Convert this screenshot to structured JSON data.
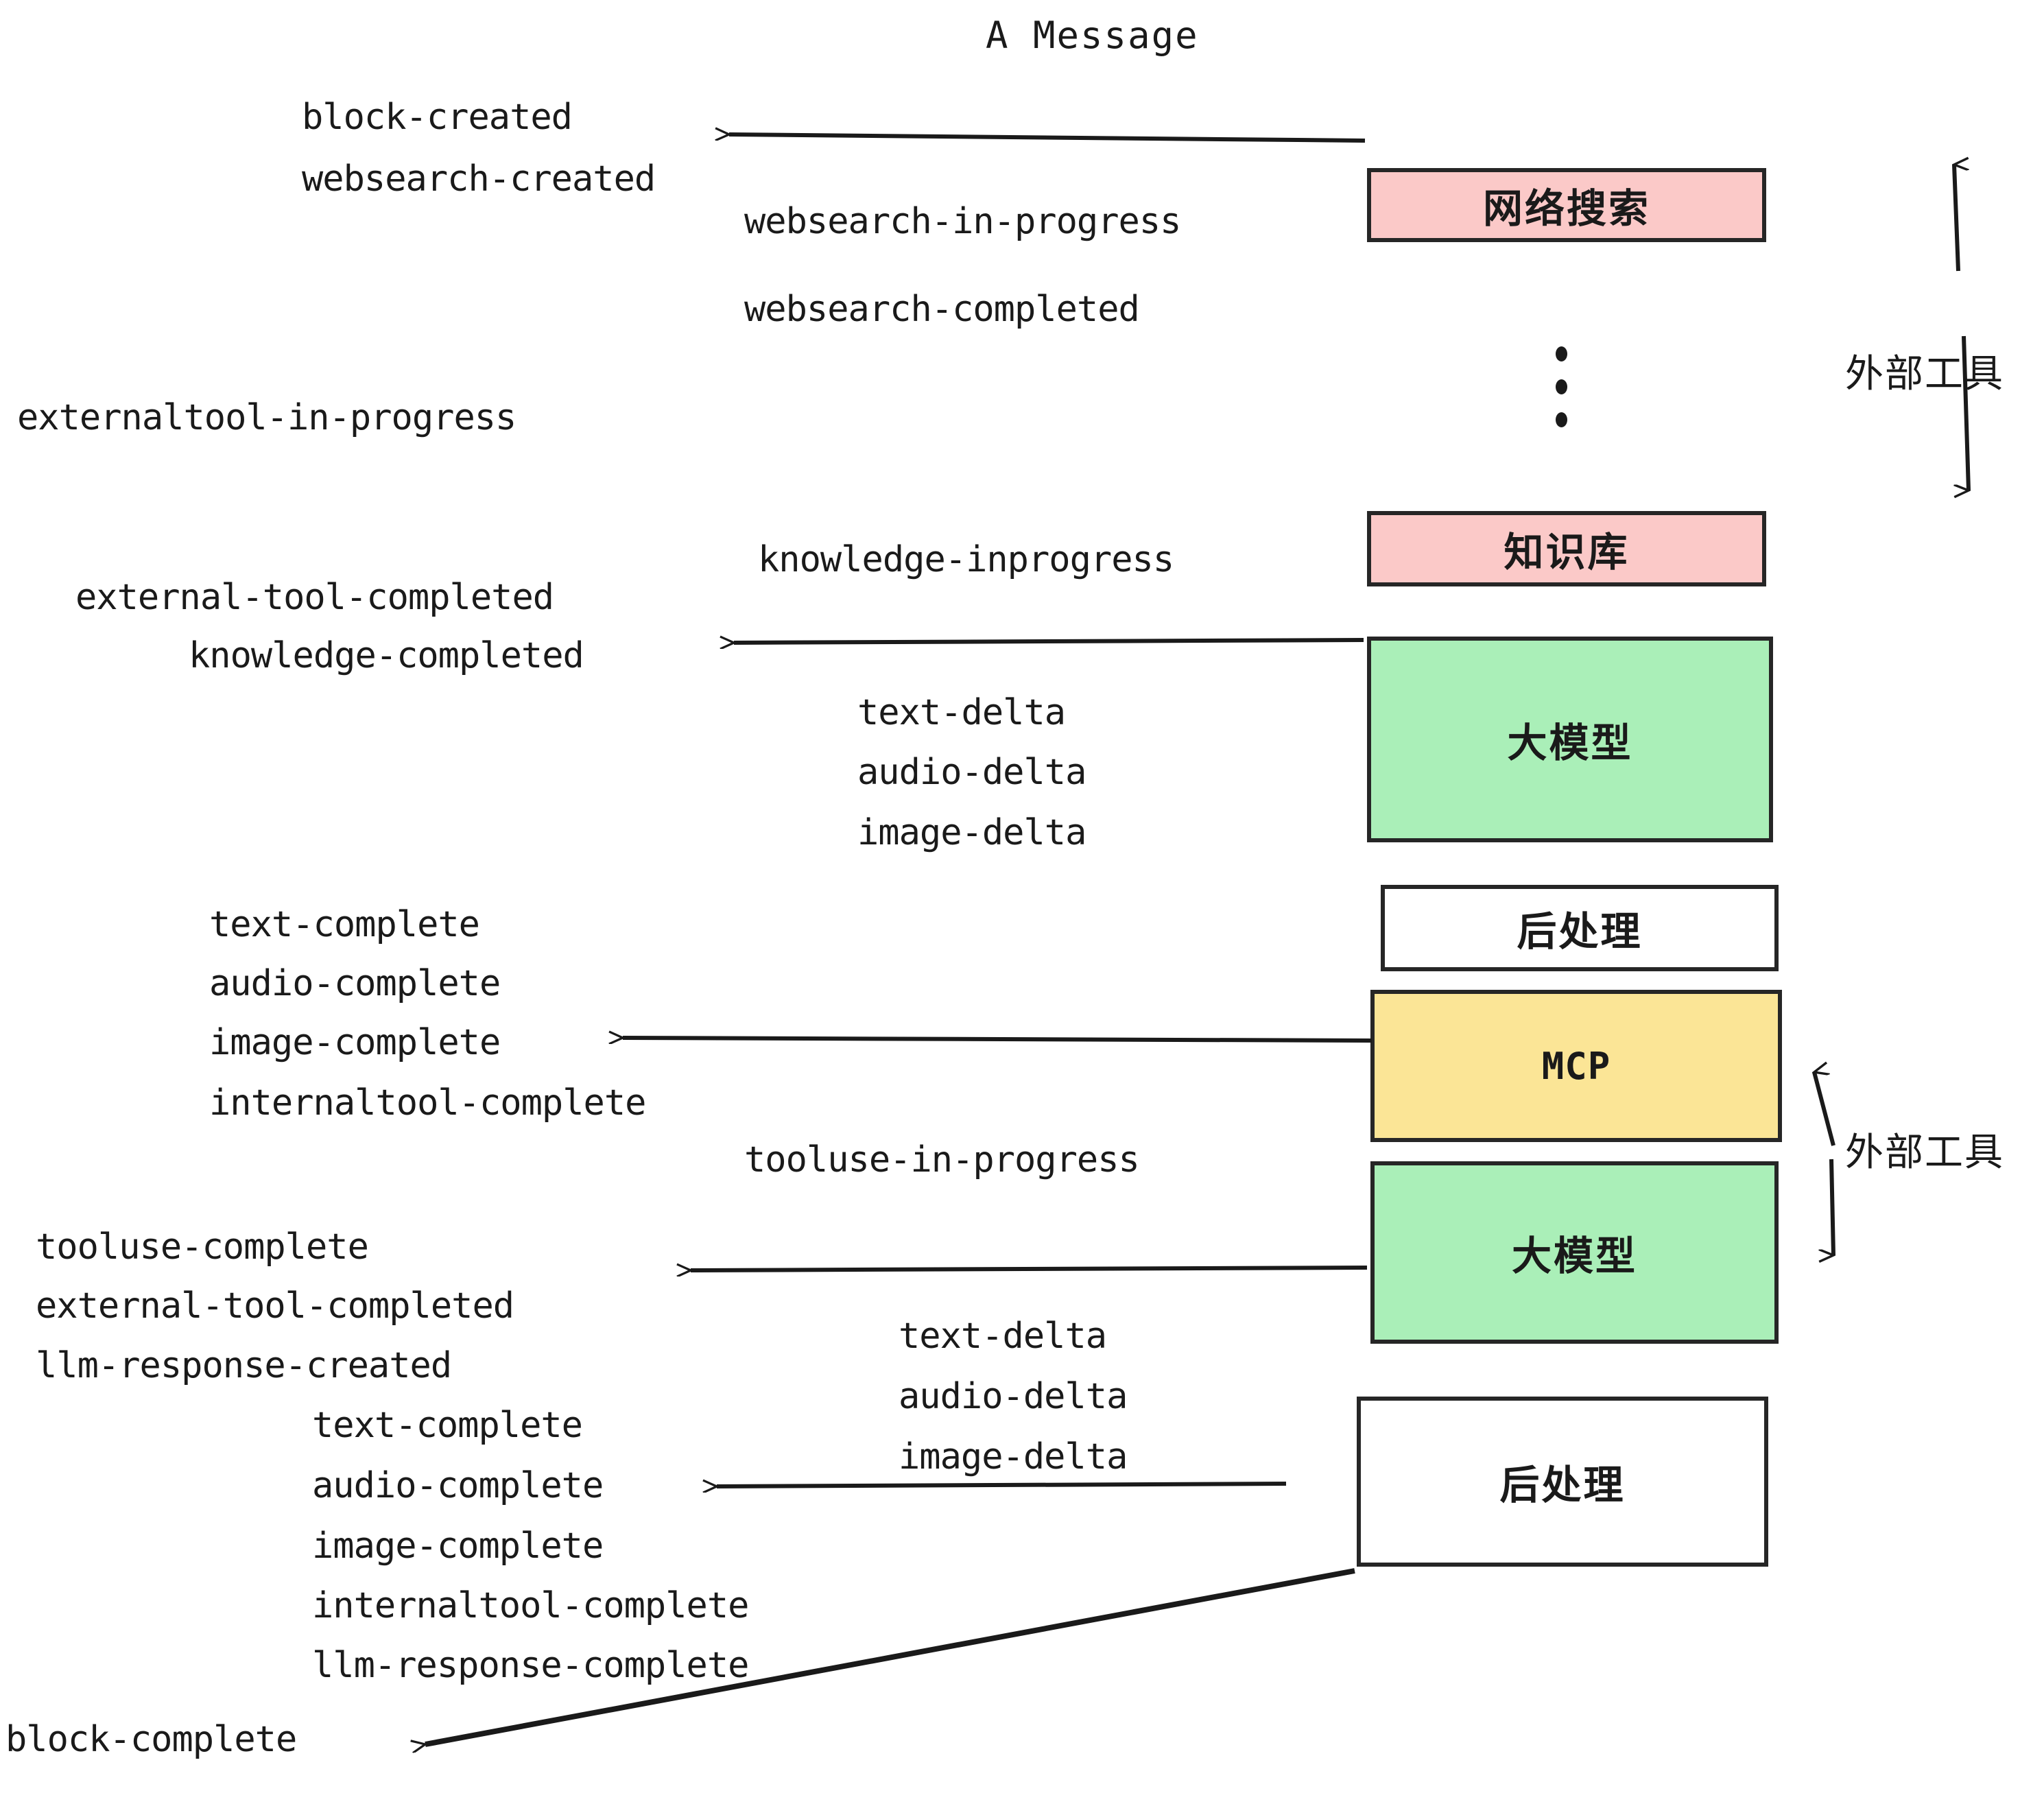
{
  "title": "A Message",
  "boxes": [
    {
      "id": "websearch",
      "label": "网络搜索",
      "color": "#fbc9c8"
    },
    {
      "id": "knowledge",
      "label": "知识库",
      "color": "#fbc9c8"
    },
    {
      "id": "llm-top",
      "label": "大模型",
      "color": "#aaefb8"
    },
    {
      "id": "postprocess-top",
      "label": "后处理",
      "color": "#ffffff"
    },
    {
      "id": "mcp",
      "label": "MCP",
      "color": "#fbe596"
    },
    {
      "id": "llm-bottom",
      "label": "大模型",
      "color": "#aaefb8"
    },
    {
      "id": "postprocess-bottom",
      "label": "后处理",
      "color": "#ffffff"
    }
  ],
  "group_labels": {
    "external_tool_top": "外部工具",
    "external_tool_bottom": "外部工具"
  },
  "events": {
    "block_created": "block-created",
    "websearch_created": "websearch-created",
    "websearch_in_progress": "websearch-in-progress",
    "websearch_completed": "websearch-completed",
    "externaltool_in_progress": "externaltool-in-progress",
    "knowledge_inprogress": "knowledge-inprogress",
    "external_tool_completed_1": "external-tool-completed",
    "knowledge_completed": "knowledge-completed",
    "text_delta_1": "text-delta",
    "audio_delta_1": "audio-delta",
    "image_delta_1": "image-delta",
    "text_complete_1": "text-complete",
    "audio_complete_1": "audio-complete",
    "image_complete_1": "image-complete",
    "internaltool_complete_1": "internaltool-complete",
    "tooluse_in_progress": "tooluse-in-progress",
    "tooluse_complete": "tooluse-complete",
    "external_tool_completed_2": "external-tool-completed",
    "llm_response_created": "llm-response-created",
    "text_delta_2": "text-delta",
    "audio_delta_2": "audio-delta",
    "image_delta_2": "image-delta",
    "text_complete_2": "text-complete",
    "audio_complete_2": "audio-complete",
    "image_complete_2": "image-complete",
    "internaltool_complete_2": "internaltool-complete",
    "llm_response_complete": "llm-response-complete",
    "block_complete": "block-complete"
  },
  "colors": {
    "stroke": "#262626",
    "pink": "#fbc9c8",
    "green": "#aaefb8",
    "yellow": "#fbe596",
    "white": "#ffffff",
    "text": "#1a1a1a"
  }
}
